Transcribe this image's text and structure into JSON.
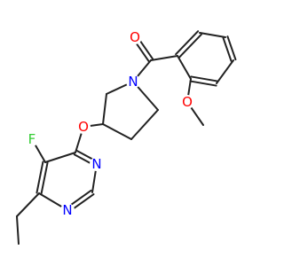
{
  "colors": {
    "bond": "#222222",
    "oxygen": "#ff0000",
    "nitrogen": "#0000ff",
    "fluorine": "#33cc33",
    "background": "#ffffff"
  },
  "atoms": [
    {
      "id": "o-carbonyl",
      "label": "O",
      "element": "oxygen"
    },
    {
      "id": "n-pyrrolidine",
      "label": "N",
      "element": "nitrogen"
    },
    {
      "id": "o-methoxy",
      "label": "O",
      "element": "oxygen"
    },
    {
      "id": "o-ether",
      "label": "O",
      "element": "oxygen"
    },
    {
      "id": "f",
      "label": "F",
      "element": "fluorine"
    },
    {
      "id": "n-pyrimidine-1",
      "label": "N",
      "element": "nitrogen"
    },
    {
      "id": "n-pyrimidine-2",
      "label": "N",
      "element": "nitrogen"
    }
  ]
}
